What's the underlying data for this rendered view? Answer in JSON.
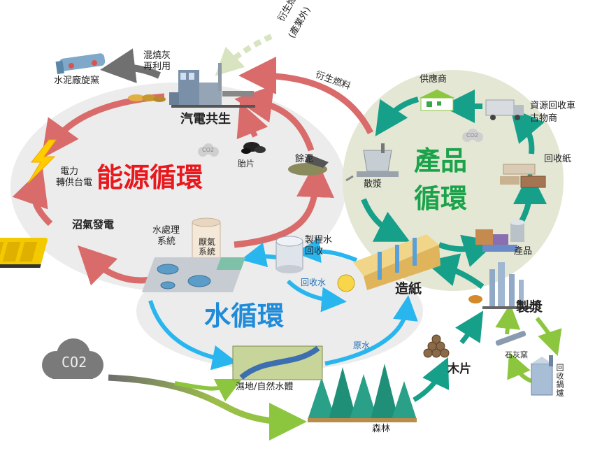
{
  "cycles": {
    "energy": {
      "label": "能源循環",
      "color": "#e8191e"
    },
    "product": {
      "label_line1": "產品",
      "label_line2": "循環",
      "color": "#1aa34a"
    },
    "water": {
      "label": "水循環",
      "color": "#1f8bd9"
    }
  },
  "nodes": {
    "cement_kiln": "水泥廠旋窯",
    "ash_reuse_1": "混燒灰",
    "ash_reuse_2": "再利用",
    "derived_fuel_ext_1": "衍生燃料",
    "derived_fuel_ext_2": "(產業外)",
    "derived_fuel": "衍生燃料",
    "cogeneration": "汽電共生",
    "power_1": "電力",
    "power_2": "轉供台電",
    "chip": "胎片",
    "sludge": "餘泥",
    "biogas_power": "沼氣發電",
    "water_treatment_1": "水處理",
    "water_treatment_2": "系統",
    "anaerobic_1": "厭氣",
    "anaerobic_2": "系統",
    "process_water_1": "製程水",
    "process_water_2": "回收",
    "recycled_water": "回收水",
    "papermaking": "造紙",
    "raw_water": "原水",
    "wetland": "濕地/自然水體",
    "forest": "森林",
    "wood_chip": "木片",
    "pulping": "製漿",
    "lime_kiln": "石灰窯",
    "recovery_boiler": "回收鍋爐",
    "product": "產品",
    "recycled_paper": "回收紙",
    "recycle_truck_1": "資源回收車",
    "recycle_truck_2": "古物商",
    "supplier": "供應商",
    "loose_pulp": "散漿",
    "co2_big": "CO2",
    "co2_small_left": "CO2",
    "co2_small_right": "CO2"
  },
  "colors": {
    "energy_arrow": "#d96b6b",
    "water_arrow": "#29b6ef",
    "product_arrow": "#16a08a",
    "grey_arrow": "#707070",
    "green_arrow": "#8cc63f",
    "energy_bg": "#ececec",
    "water_bg": "#ececec",
    "product_bg": "#e2e6d3"
  },
  "icons": [
    "cement-kiln-icon",
    "power-plant-icon",
    "lightning-icon",
    "tire-chip-icon",
    "sludge-icon",
    "biogas-generator-icon",
    "water-treatment-icon",
    "anaerobic-tank-icon",
    "process-water-tank-icon",
    "paper-machine-icon",
    "wetland-icon",
    "forest-icon",
    "log-pile-icon",
    "pulping-tower-icon",
    "lime-kiln-icon",
    "recovery-boiler-icon",
    "product-boxes-icon",
    "recycled-paper-icon",
    "recycle-truck-icon",
    "supplier-warehouse-icon",
    "pulper-icon",
    "co2-cloud-icon"
  ]
}
